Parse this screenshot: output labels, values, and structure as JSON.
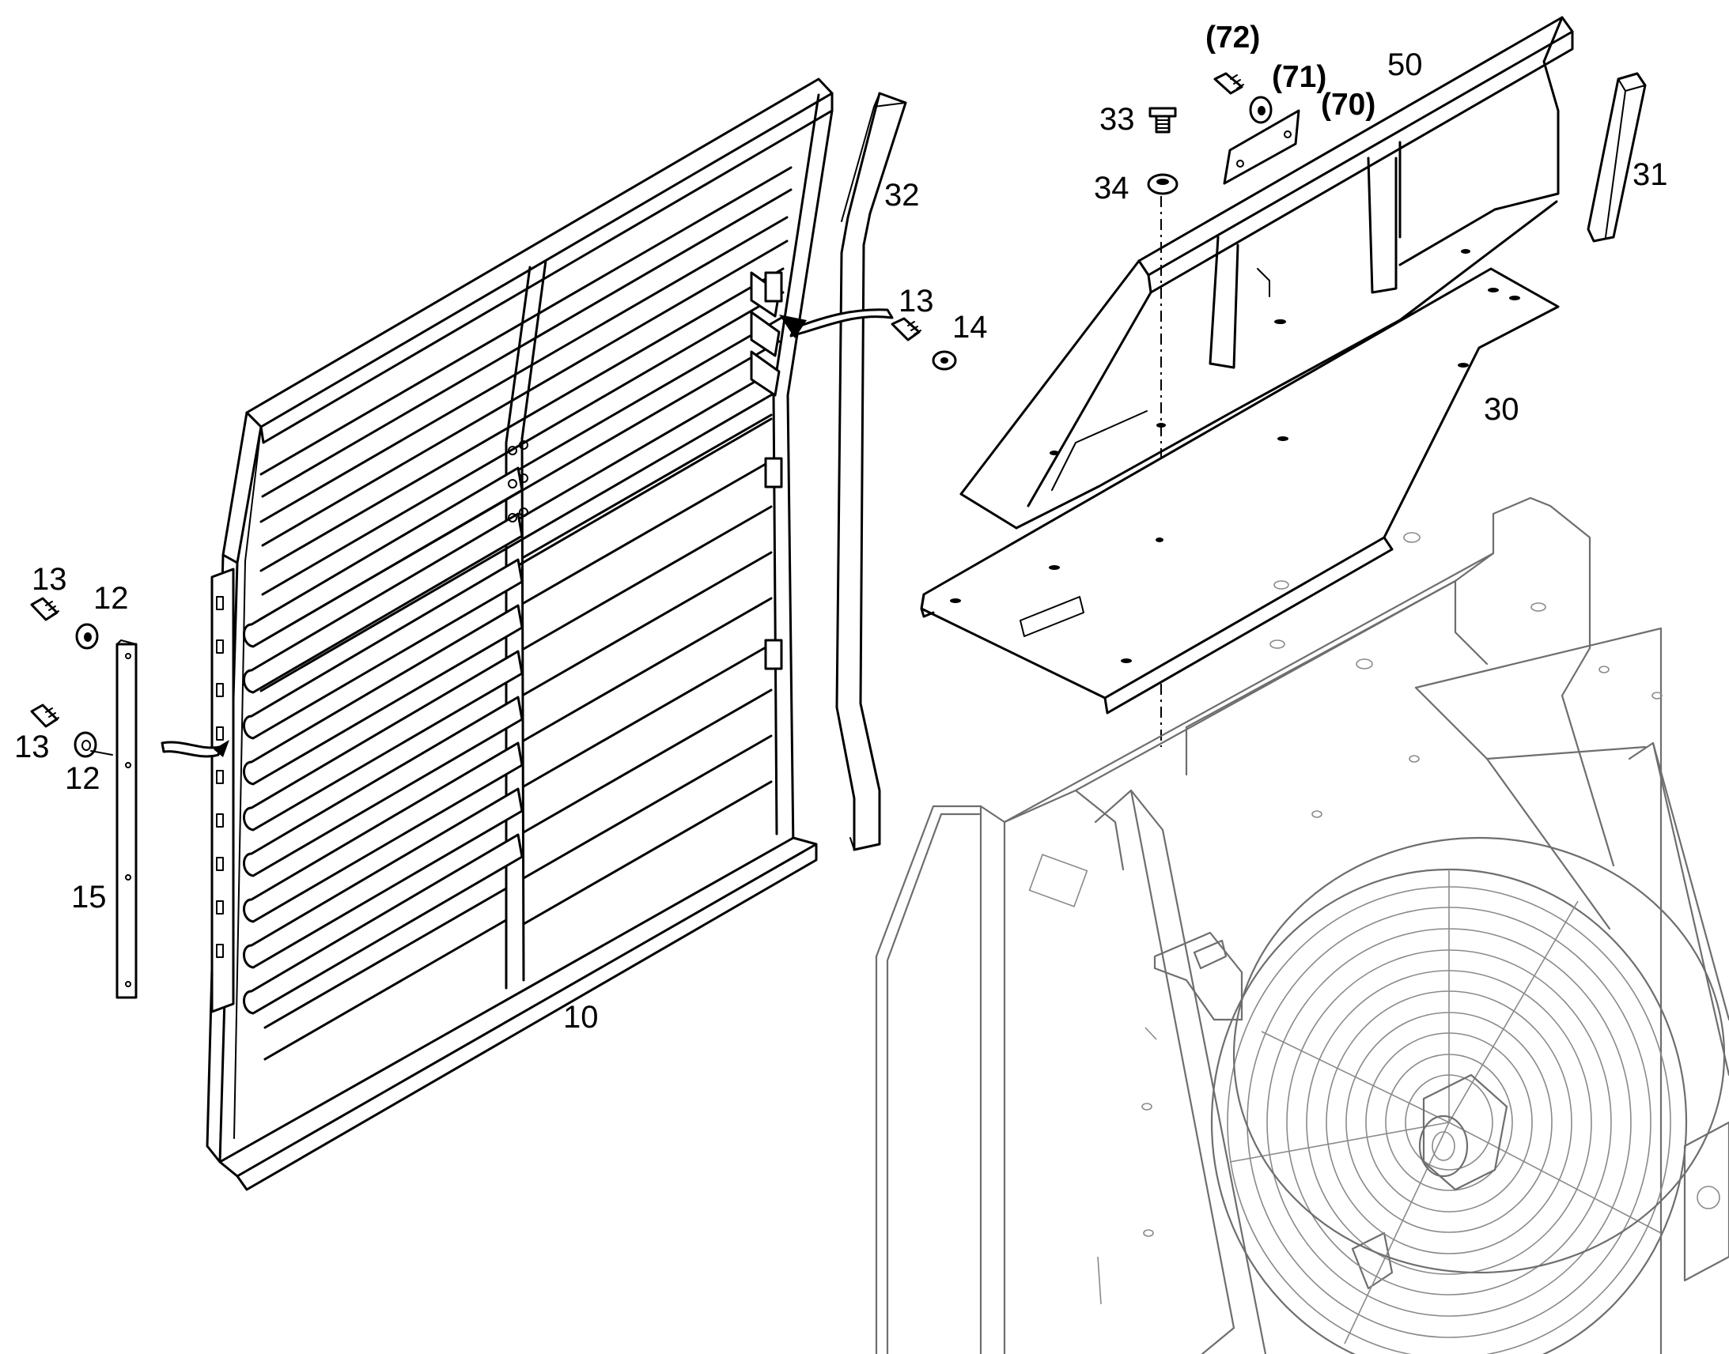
{
  "callouts": {
    "c10": "10",
    "c12a": "12",
    "c12b": "12",
    "c13a": "13",
    "c13b": "13",
    "c13c": "13",
    "c14": "14",
    "c15": "15",
    "c30": "30",
    "c31": "31",
    "c32": "32",
    "c33": "33",
    "c34": "34",
    "c50": "50",
    "c70": "(70)",
    "c71": "(71)",
    "c72": "(72)"
  }
}
